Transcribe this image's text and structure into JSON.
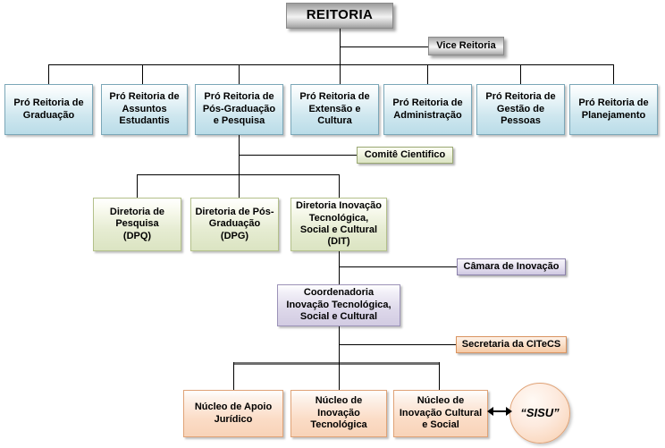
{
  "diagram": {
    "title": "Organograma REITORIA",
    "nodes": {
      "reitoria": "REITORIA",
      "vice_reitoria": "Vice Reitoria",
      "pr_graduacao": "Pró Reitoria de\nGraduação",
      "pr_assuntos_estudantis": "Pró Reitoria de\nAssuntos\nEstudantis",
      "pr_pos_graduacao_pesquisa": "Pró Reitoria de\nPós-Graduação\ne Pesquisa",
      "pr_extensao_cultura": "Pró Reitoria de\nExtensão e\nCultura",
      "pr_administracao": "Pró Reitoria de\nAdministração",
      "pr_gestao_pessoas": "Pró Reitoria de\nGestão de\nPessoas",
      "pr_planejamento": "Pró Reitoria de\nPlanejamento",
      "comite_cientifico": "Comitê Cientifico",
      "diretoria_pesquisa": "Diretoria de\nPesquisa\n(DPQ)",
      "diretoria_pos_graduacao": "Diretoria de Pós-\nGraduação\n(DPG)",
      "diretoria_inovacao": "Diretoria Inovação\nTecnológica,\nSocial e Cultural\n(DIT)",
      "camara_inovacao": "Câmara de Inovação",
      "coordenadoria": "Coordenadoria\nInovação Tecnológica,\nSocial e Cultural",
      "secretaria_citecs": "Secretaria da CITeCS",
      "nucleo_apoio_juridico": "Núcleo de Apoio\nJurídico",
      "nucleo_inovacao_tecnologica": "Núcleo de\nInovação\nTecnológica",
      "nucleo_inovacao_cultural_social": "Núcleo de\nInovação Cultural\ne Social",
      "sisu": "“SISU”"
    },
    "colors": {
      "root_gray": "#c4c4c4",
      "blue": "#bddfe9",
      "green": "#e2e9cd",
      "purple": "#d8d2e6",
      "orange": "#fbdcc6",
      "line": "#000000",
      "bus_gray": "#6e6e6e"
    }
  }
}
